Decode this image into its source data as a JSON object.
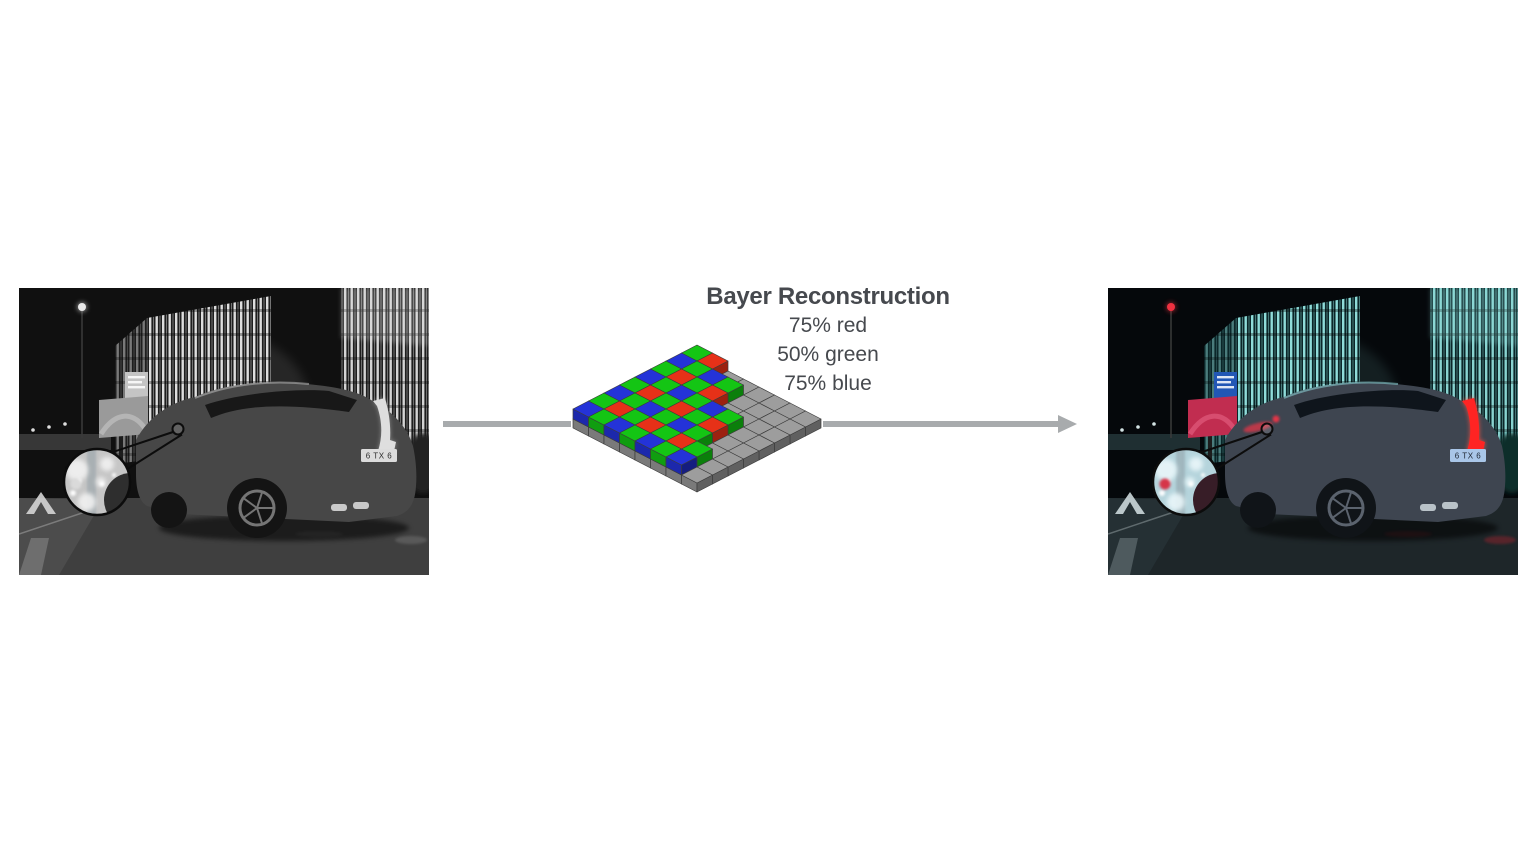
{
  "annotation": {
    "title": "Bayer Reconstruction",
    "lines": [
      "75% red",
      "50% green",
      "75% blue"
    ],
    "text_color": "#46494e"
  },
  "arrows": {
    "color": "#a8abad"
  },
  "bayer_grid": {
    "rows": 8,
    "cols": 8,
    "matrix": [
      "GR",
      "BGBG",
      "GRGR",
      "BGBGBG",
      "GRGRGR",
      "BGBGBG",
      "GRGRGRG",
      "BGBGBGB"
    ],
    "colors": {
      "R": {
        "top": "#e63118",
        "left": "#c22a12",
        "right": "#9c2110"
      },
      "G": {
        "top": "#14c514",
        "left": "#109d10",
        "right": "#0b7f0b"
      },
      "B": {
        "top": "#2433d8",
        "left": "#1c28ac",
        "right": "#151d80"
      },
      "base": {
        "top": "#9d9d9d",
        "left": "#7a7a7a",
        "right": "#606060"
      },
      "outline": "#3c3c3c"
    }
  },
  "photos": {
    "before": {
      "variant": "grayscale",
      "license_plate": "6 TX 6",
      "palette": {
        "sky": "#101010",
        "glass": "#1e1e1e",
        "slat": "#e8e8e8",
        "billboard": "#9a9a9a",
        "billboard_hi": "#cfcfcf",
        "billboard_sign": "#c4c4c4",
        "lamp": "#f5f5f5",
        "signal": "#e8e8e8",
        "tree": "#242424",
        "road": "#3f3f3f",
        "road_light": "#5a5a5a",
        "marking": "#d5d5d5",
        "road_reflection": "#8a8a8a",
        "car_body": "#474747",
        "car_highlight": "#bdbdbd",
        "window": "#181818",
        "taillight": "#dedede",
        "taillight_glow": "#ffffff",
        "wheel": "#141414",
        "rim": "#757575",
        "plate": "#dcdcdc",
        "plate_text": "#2a2a2a",
        "exhaust": "#c9c9c9",
        "lens_bg": "#c6c6c6",
        "lens_blob": "#f1f1f1",
        "lens_dark": "#2e2e2e",
        "lens_dot": "#dadada",
        "streak": "#bfbfbf"
      }
    },
    "after": {
      "variant": "color",
      "license_plate": "6 TX 6",
      "palette": {
        "sky": "#05080b",
        "glass": "#0b2629",
        "slat": "#96e6e2",
        "billboard": "#c12d50",
        "billboard_hi": "#ee6e8e",
        "billboard_sign": "#2257b5",
        "lamp": "#eafcfc",
        "signal": "#ef3140",
        "tree": "#0d2d2a",
        "road": "#1e2629",
        "road_light": "#2c3a3f",
        "marking": "#ccd8da",
        "road_reflection": "#c2242e",
        "car_body": "#3e4550",
        "car_highlight": "#8fd8dc",
        "window": "#0f151c",
        "taillight": "#ff2423",
        "taillight_glow": "#ff5040",
        "wheel": "#101418",
        "rim": "#5b636e",
        "plate": "#a9c6e8",
        "plate_text": "#1c2430",
        "exhaust": "#b9c2c8",
        "lens_bg": "#b5d4dc",
        "lens_blob": "#e9f6f9",
        "lens_dark": "#371d27",
        "lens_dot": "#d63449",
        "streak": "#e33546"
      }
    }
  }
}
